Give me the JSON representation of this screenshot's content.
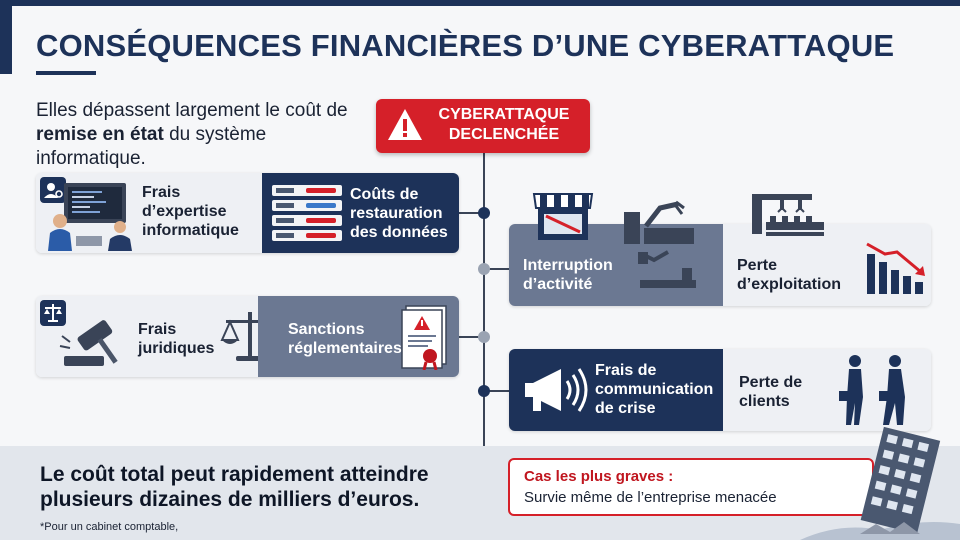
{
  "title": "CONSÉQUENCES FINANCIÈRES D’UNE CYBERATTAQUE",
  "intro": {
    "part1": "Elles dépassent largement le coût de ",
    "bold": "remise en état",
    "part2": " du système informatique."
  },
  "trigger": {
    "line1": "CYBERATTAQUE",
    "line2": "DECLENCHÉE",
    "icon": "warning-icon"
  },
  "left_items": [
    {
      "label": "Frais d’expertise informatique",
      "icon": "it-experts-icon"
    },
    {
      "label": "Coûts de restauration des données",
      "icon": "server-rack-icon"
    },
    {
      "label": "Frais juridiques",
      "icon": "gavel-icon"
    },
    {
      "label": "Sanctions réglementaires",
      "icon": "document-seal-icon"
    }
  ],
  "right_items": [
    {
      "label": "Interruption d’activité",
      "icon": "factory-robot-icon"
    },
    {
      "label": "Perte d’exploitation",
      "icon": "declining-chart-icon"
    },
    {
      "label": "Frais de communication de crise",
      "icon": "megaphone-icon"
    },
    {
      "label": "Perte de clients",
      "icon": "leaving-people-icon"
    }
  ],
  "conclusion": "Le coût total peut rapidement atteindre plusieurs dizaines de milliers d’euros.",
  "footnote": "*Pour un cabinet comptable,",
  "worst_case": {
    "title": "Cas les plus graves :",
    "text": "Survie même de l’entreprise menacée"
  },
  "colors": {
    "navy": "#1d3259",
    "red": "#d52029",
    "slate": "#6b7892",
    "light": "#eef0f4"
  }
}
